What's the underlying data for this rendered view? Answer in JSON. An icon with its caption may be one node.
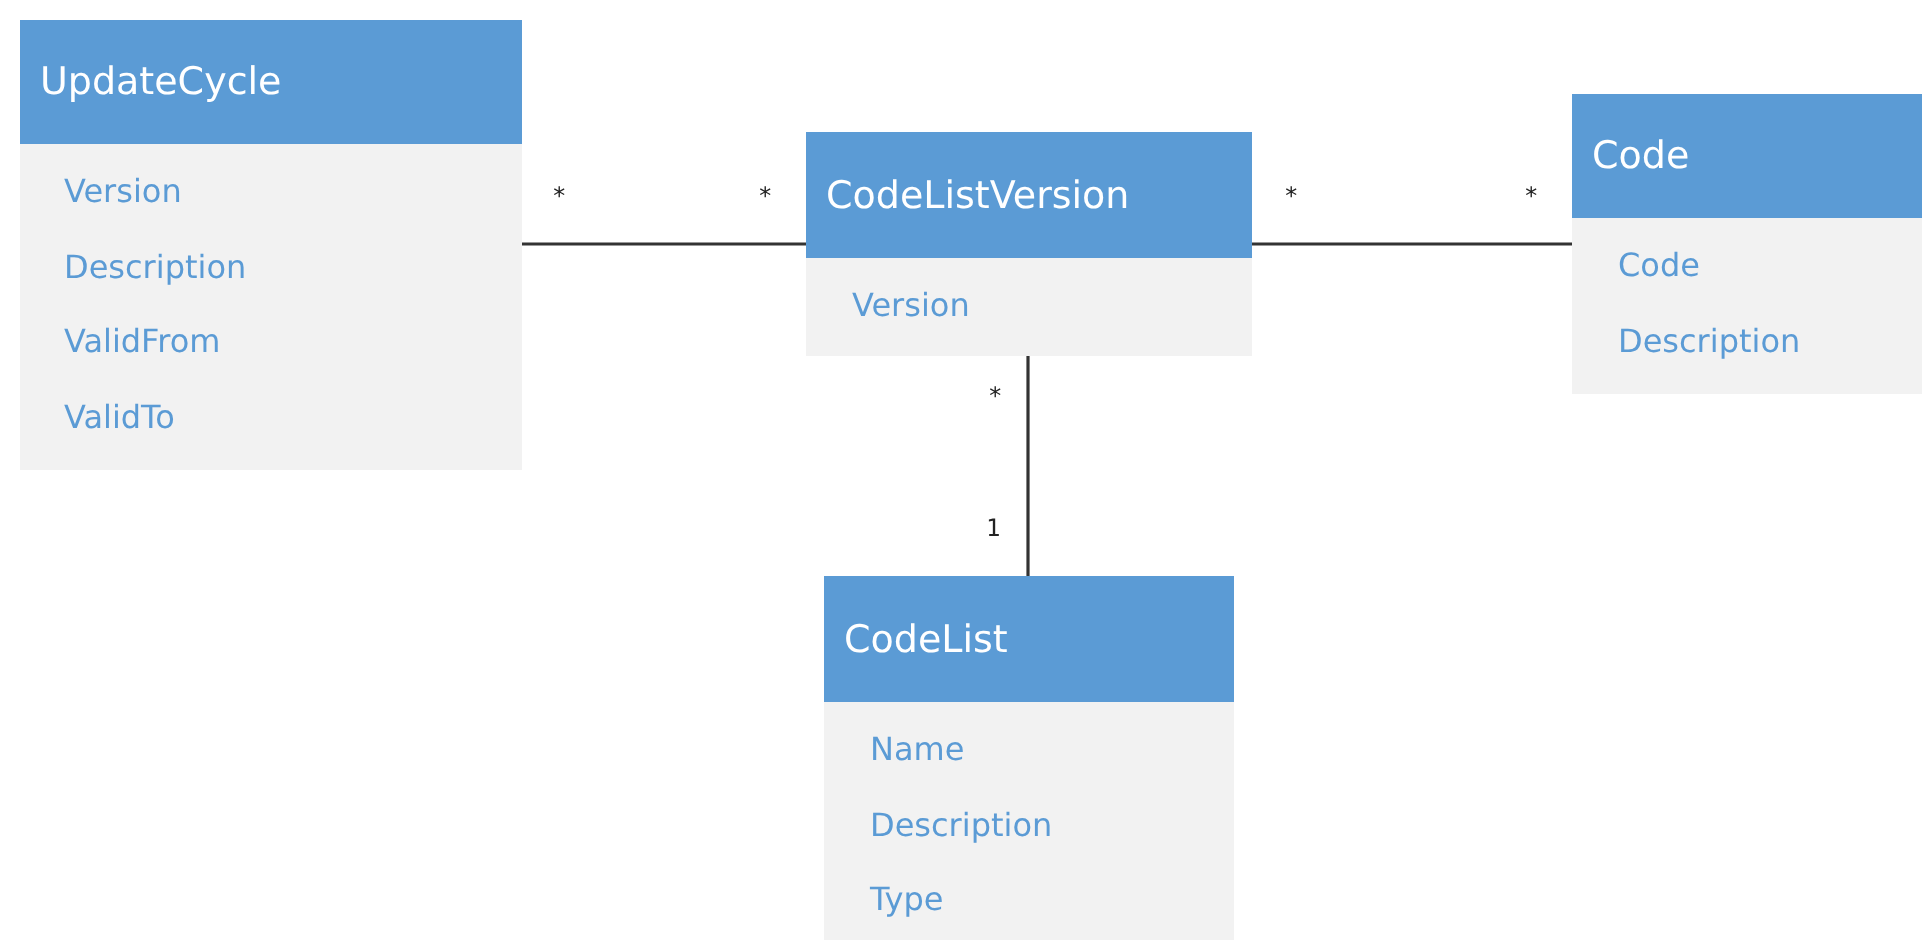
{
  "diagram": {
    "nodes": [
      {
        "text": [
          "UpdateCycle",
          "Version",
          "Description",
          "ValidFrom",
          "ValidTo"
        ]
      },
      {
        "text": [
          "CodeListVersion",
          "Version"
        ]
      },
      {
        "text": [
          "Code",
          "Code",
          "Description"
        ]
      },
      {
        "text": [
          "CodeList",
          "Name",
          "Description",
          "Type"
        ]
      }
    ],
    "edges": [
      {
        "from": 0,
        "to": 1,
        "arrow": "none"
      },
      {
        "from": 1,
        "to": 2,
        "arrow": "none"
      },
      {
        "from": 1,
        "to": 3,
        "arrow": "none"
      }
    ],
    "labels": [
      "*",
      "*",
      "*",
      "*",
      "*",
      "1"
    ]
  }
}
